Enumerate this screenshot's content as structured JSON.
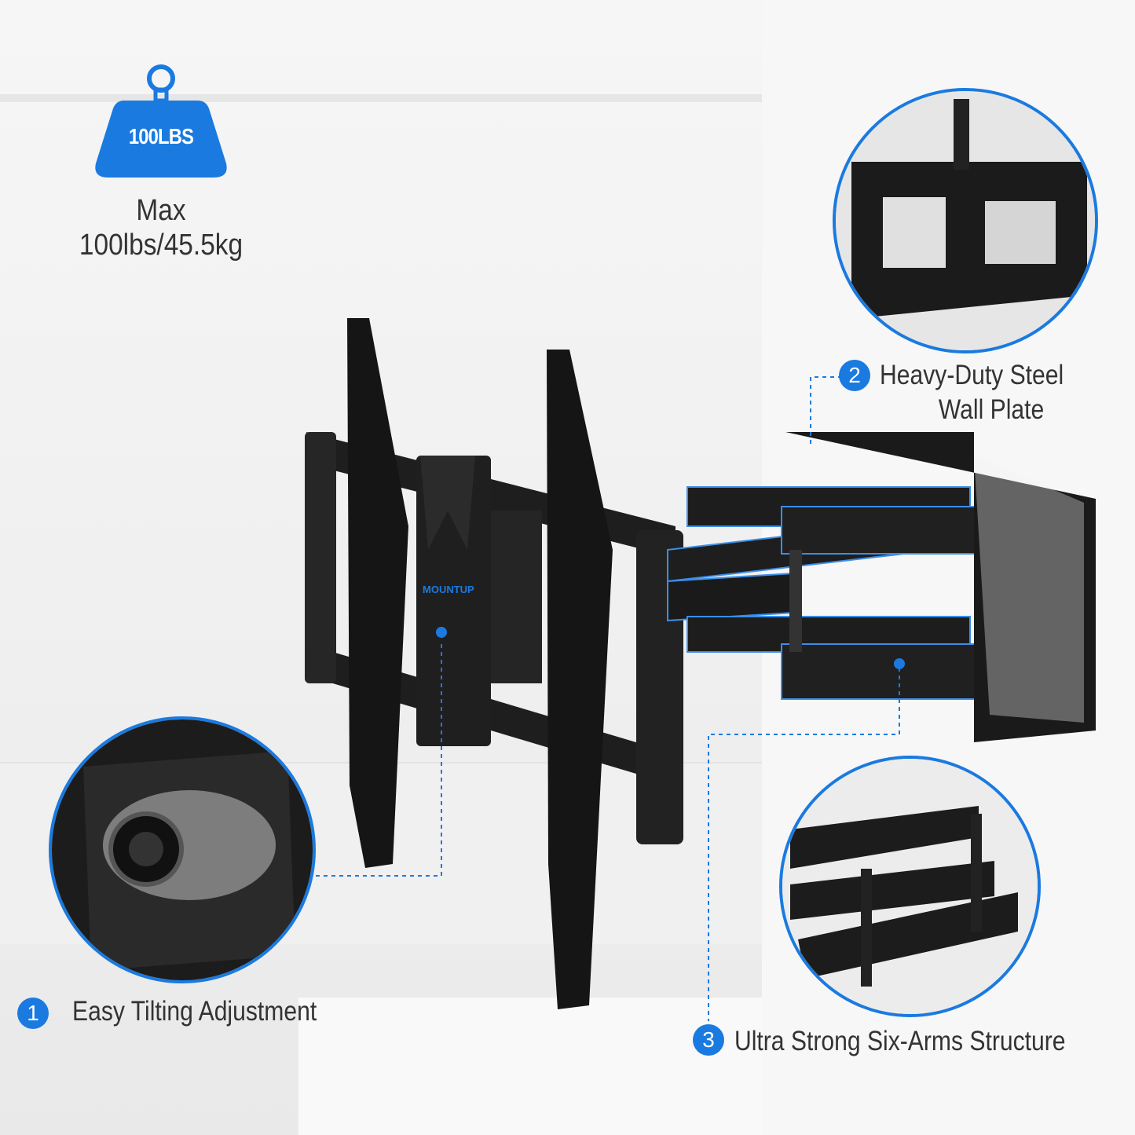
{
  "capacity": {
    "badge_text": "100LBS",
    "line1": "Max",
    "line2": "100lbs/45.5kg",
    "icon": "weight-icon"
  },
  "brand_logo": "MOUNTUP",
  "features": [
    {
      "number": "1",
      "title": "Easy Tilting Adjustment"
    },
    {
      "number": "2",
      "title_line1": "Heavy-Duty Steel",
      "title_line2": "Wall Plate"
    },
    {
      "number": "3",
      "title": "Ultra Strong Six-Arms Structure"
    }
  ],
  "colors": {
    "accent": "#1a7ae0",
    "metal": "#1c1c1c",
    "background": "#f3f3f3"
  }
}
